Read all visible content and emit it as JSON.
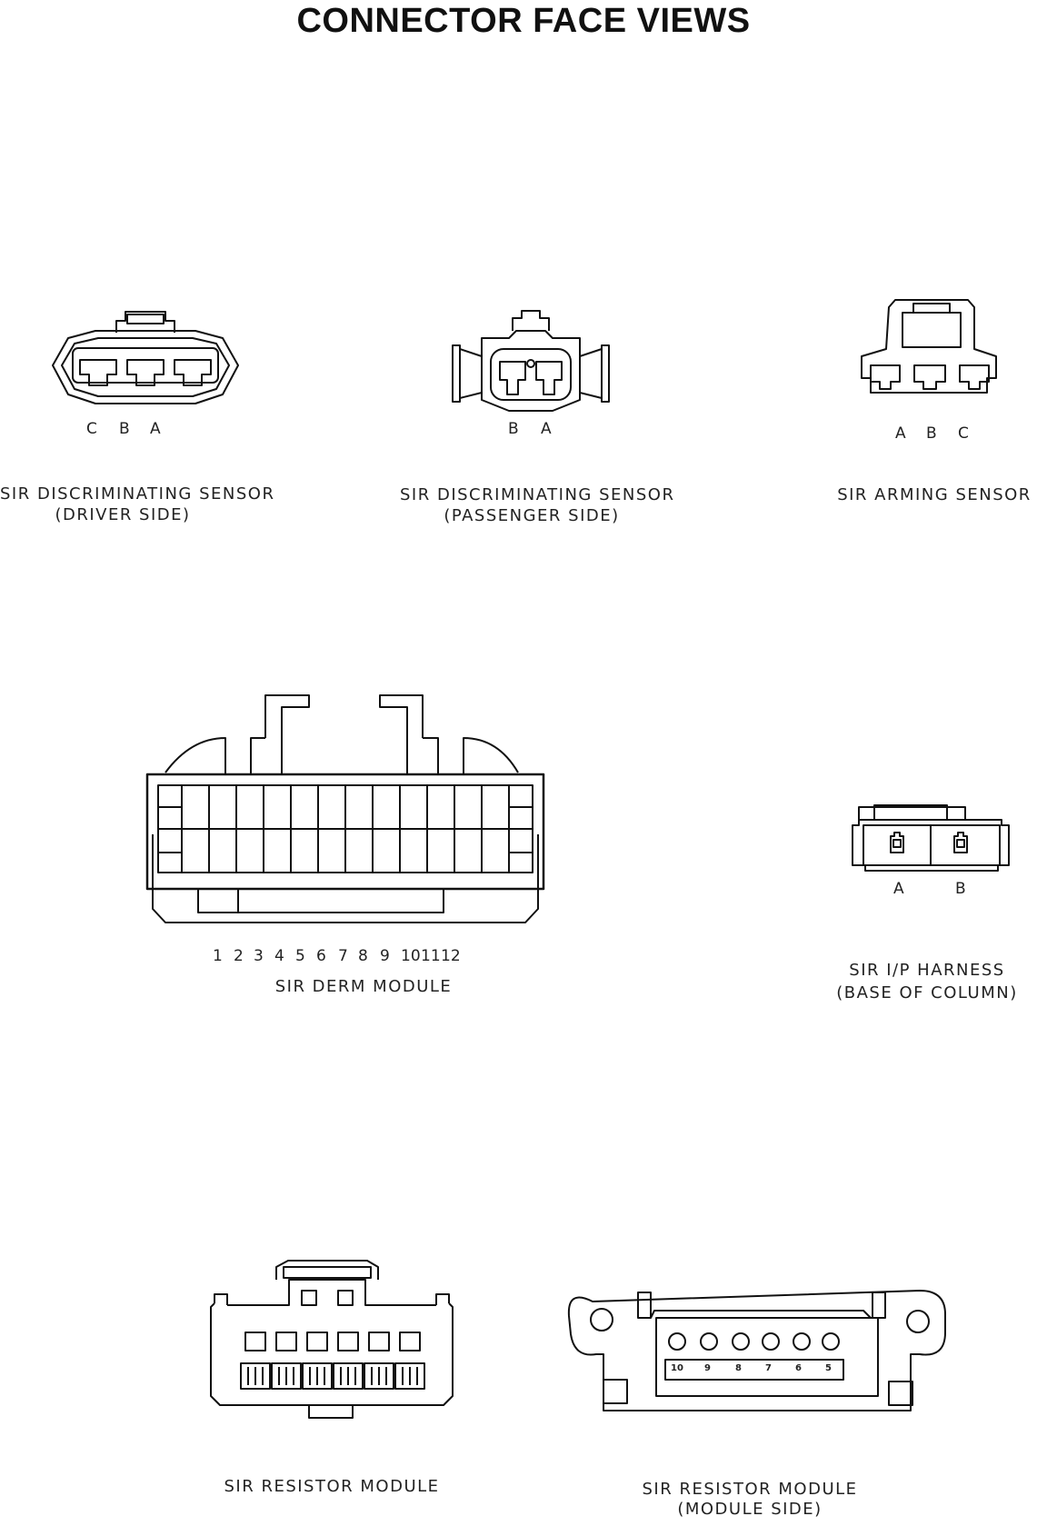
{
  "title": "CONNECTOR FACE VIEWS",
  "connectors": {
    "driver": {
      "name": "SIR DISCRIMINATING SENSOR",
      "sub": "(DRIVER SIDE)",
      "pins": [
        "C",
        "B",
        "A"
      ]
    },
    "passenger": {
      "name": "SIR DISCRIMINATING SENSOR",
      "sub": "(PASSENGER SIDE)",
      "pins": [
        "B",
        "A"
      ]
    },
    "arming": {
      "name": "SIR ARMING SENSOR",
      "pins": [
        "A",
        "B",
        "C"
      ]
    },
    "derm": {
      "name": "SIR DERM MODULE",
      "pins": [
        "1",
        "2",
        "3",
        "4",
        "5",
        "6",
        "7",
        "8",
        "9",
        "10",
        "11",
        "12"
      ]
    },
    "ip_harness": {
      "name": "SIR I/P HARNESS",
      "sub": "(BASE OF COLUMN)",
      "pins": [
        "A",
        "B"
      ]
    },
    "resistor": {
      "name": "SIR RESISTOR MODULE"
    },
    "resistor_module_side": {
      "name": "SIR RESISTOR MODULE",
      "sub": "(MODULE SIDE)",
      "pins": [
        "10",
        "9",
        "8",
        "7",
        "6",
        "5"
      ]
    }
  }
}
